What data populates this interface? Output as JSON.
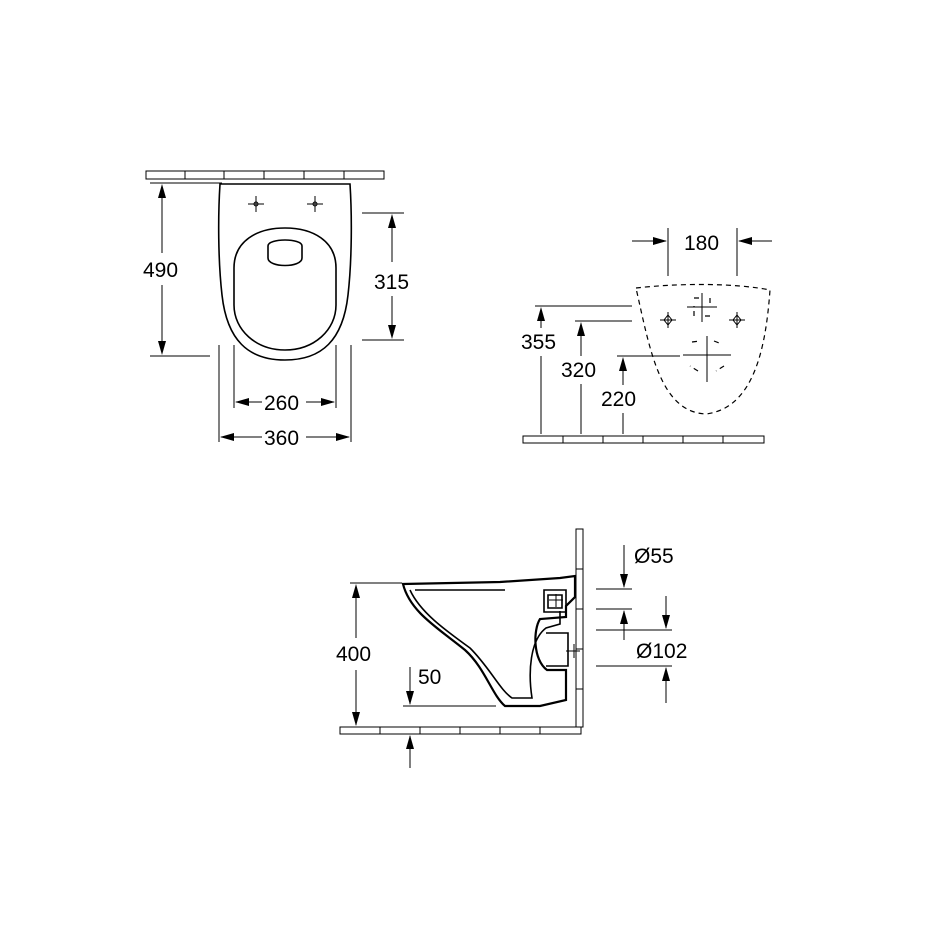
{
  "dimensions": {
    "top_view": {
      "overall_length": "490",
      "fixing_depth": "315",
      "seat_opening_width": "260",
      "overall_width": "360"
    },
    "rear_view": {
      "fixing_spacing": "180",
      "fixing_height_upper": "355",
      "fixing_height_lower": "320",
      "outlet_height": "220"
    },
    "side_view": {
      "rim_height": "400",
      "floor_offset": "50",
      "inlet_diameter": "Ø55",
      "outlet_diameter": "Ø102"
    }
  },
  "colors": {
    "line": "#000000",
    "background": "#ffffff"
  }
}
